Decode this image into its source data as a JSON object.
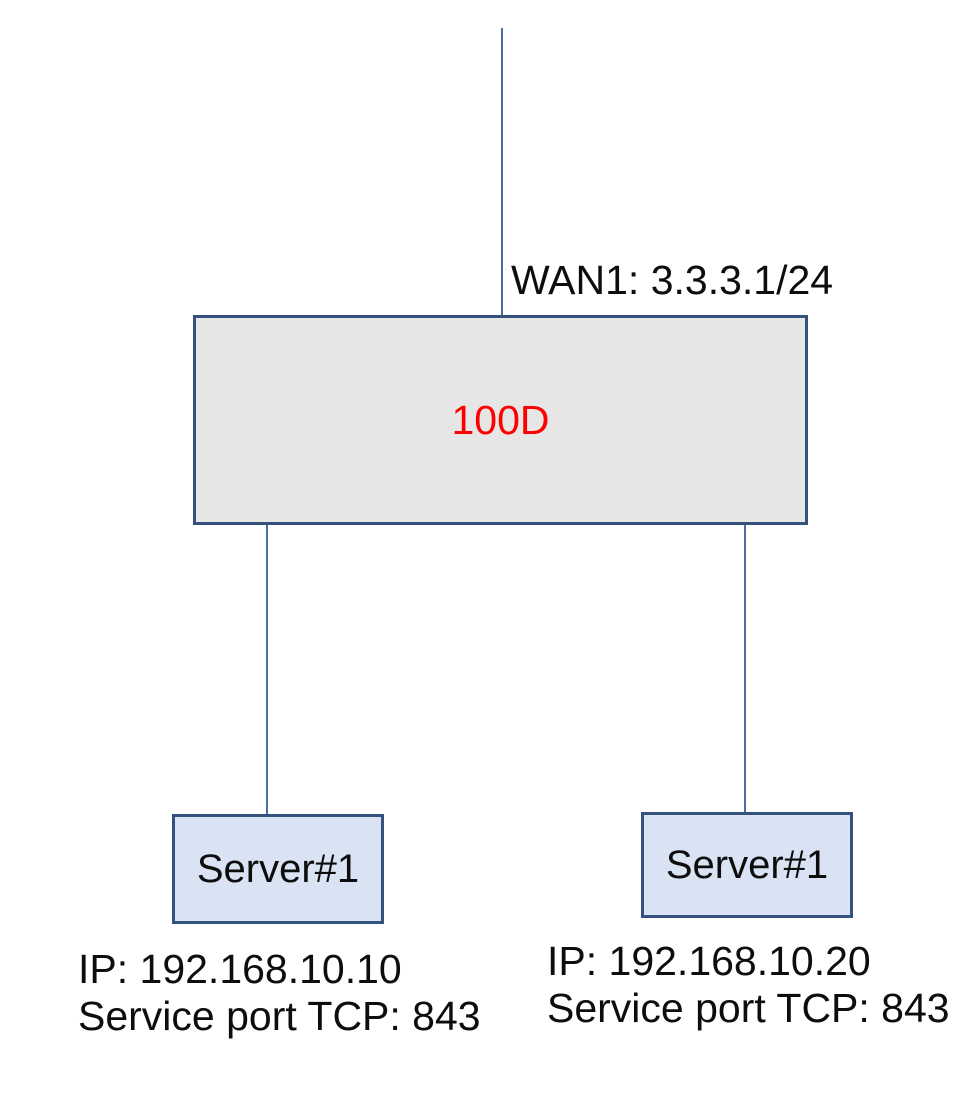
{
  "diagram": {
    "wan_label": "WAN1: 3.3.3.1/24",
    "firewall": {
      "label": "100D"
    },
    "servers": [
      {
        "label": "Server#1",
        "ip": "IP: 192.168.10.10",
        "service_port": "Service port TCP: 843"
      },
      {
        "label": "Server#1",
        "ip": "IP: 192.168.10.20",
        "service_port": "Service port TCP: 843"
      }
    ],
    "colors": {
      "connector_line": "#4a6e9f",
      "box_border": "#35517e",
      "firewall_fill": "#e7e6e6",
      "server_fill": "#dae3f3",
      "firewall_label": "#ff0000",
      "text": "#0d0d0d",
      "background": "#ffffff"
    }
  }
}
